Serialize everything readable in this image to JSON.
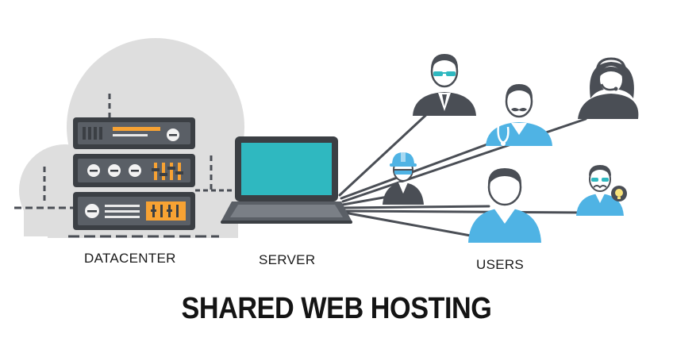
{
  "labels": {
    "datacenter": "DATACENTER",
    "server": "SERVER",
    "users": "USERS"
  },
  "title": "SHARED WEB HOSTING",
  "colors": {
    "server_dark": "#3b3f44",
    "server_mid": "#5a5f66",
    "accent_orange": "#f7a233",
    "screen_teal": "#2fb8c0",
    "user_blue": "#4fb3e4",
    "user_dark": "#4a4e55",
    "cloud_gray": "#dedede",
    "line_gray": "#4a4e55"
  },
  "icons": [
    "datacenter-server-rack-icon",
    "laptop-icon",
    "businessman-user-icon",
    "support-agent-user-icon",
    "doctor-user-icon",
    "engineer-user-icon",
    "user-icon",
    "idea-user-icon"
  ]
}
